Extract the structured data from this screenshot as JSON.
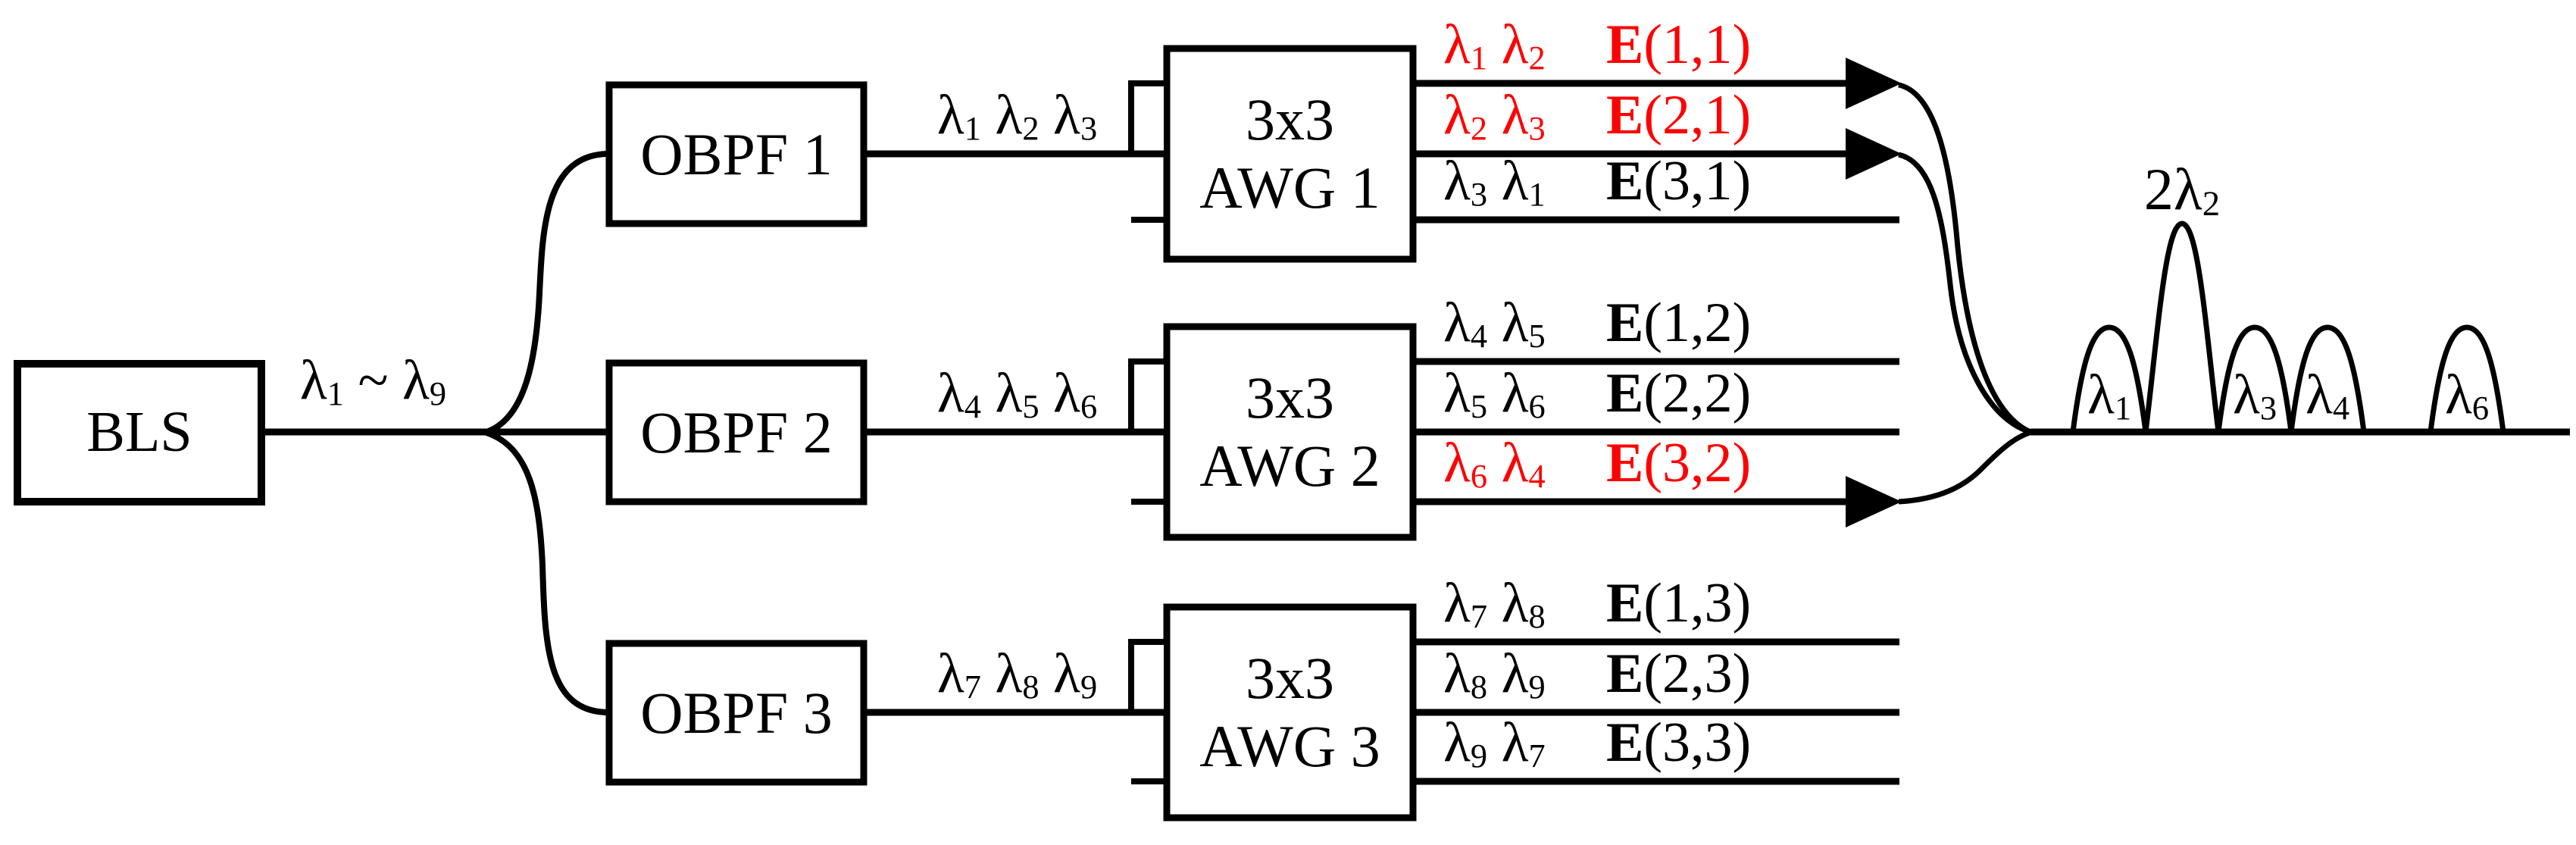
{
  "colors": {
    "black": "#000000",
    "red": "#ff0000",
    "background": "#ffffff",
    "line": "#000000"
  },
  "source": {
    "box_label": "BLS",
    "output_label": {
      "parts": [
        {
          "t": "λ",
          "s": "1"
        },
        {
          "t": " ~ "
        },
        {
          "t": "λ",
          "s": "9"
        }
      ]
    }
  },
  "branches": [
    {
      "filter_label": "OBPF 1",
      "filter_output": {
        "parts": [
          {
            "t": "λ",
            "s": "1"
          },
          {
            "t": " λ",
            "s": "2"
          },
          {
            "t": " λ",
            "s": "3"
          }
        ]
      },
      "awg_line1": "3x3",
      "awg_line2": "AWG 1",
      "outputs": [
        {
          "pair": {
            "parts": [
              {
                "t": "λ",
                "s": "1"
              },
              {
                "t": " λ",
                "s": "2"
              }
            ]
          },
          "e_label": "E",
          "e_args": "(1,1)",
          "color": "red",
          "arrow": true
        },
        {
          "pair": {
            "parts": [
              {
                "t": "λ",
                "s": "2"
              },
              {
                "t": " λ",
                "s": "3"
              }
            ]
          },
          "e_label": "E",
          "e_args": "(2,1)",
          "color": "red",
          "arrow": true
        },
        {
          "pair": {
            "parts": [
              {
                "t": "λ",
                "s": "3"
              },
              {
                "t": " λ",
                "s": "1"
              }
            ]
          },
          "e_label": "E",
          "e_args": "(3,1)",
          "color": "black",
          "arrow": false
        }
      ]
    },
    {
      "filter_label": "OBPF 2",
      "filter_output": {
        "parts": [
          {
            "t": "λ",
            "s": "4"
          },
          {
            "t": " λ",
            "s": "5"
          },
          {
            "t": " λ",
            "s": "6"
          }
        ]
      },
      "awg_line1": "3x3",
      "awg_line2": "AWG 2",
      "outputs": [
        {
          "pair": {
            "parts": [
              {
                "t": "λ",
                "s": "4"
              },
              {
                "t": " λ",
                "s": "5"
              }
            ]
          },
          "e_label": "E",
          "e_args": "(1,2)",
          "color": "black",
          "arrow": false
        },
        {
          "pair": {
            "parts": [
              {
                "t": "λ",
                "s": "5"
              },
              {
                "t": " λ",
                "s": "6"
              }
            ]
          },
          "e_label": "E",
          "e_args": "(2,2)",
          "color": "black",
          "arrow": false
        },
        {
          "pair": {
            "parts": [
              {
                "t": "λ",
                "s": "6"
              },
              {
                "t": " λ",
                "s": "4"
              }
            ]
          },
          "e_label": "E",
          "e_args": "(3,2)",
          "color": "red",
          "arrow": true
        }
      ]
    },
    {
      "filter_label": "OBPF 3",
      "filter_output": {
        "parts": [
          {
            "t": "λ",
            "s": "7"
          },
          {
            "t": " λ",
            "s": "8"
          },
          {
            "t": " λ",
            "s": "9"
          }
        ]
      },
      "awg_line1": "3x3",
      "awg_line2": "AWG 3",
      "outputs": [
        {
          "pair": {
            "parts": [
              {
                "t": "λ",
                "s": "7"
              },
              {
                "t": " λ",
                "s": "8"
              }
            ]
          },
          "e_label": "E",
          "e_args": "(1,3)",
          "color": "black",
          "arrow": false
        },
        {
          "pair": {
            "parts": [
              {
                "t": "λ",
                "s": "8"
              },
              {
                "t": " λ",
                "s": "9"
              }
            ]
          },
          "e_label": "E",
          "e_args": "(2,3)",
          "color": "black",
          "arrow": false
        },
        {
          "pair": {
            "parts": [
              {
                "t": "λ",
                "s": "9"
              },
              {
                "t": " λ",
                "s": "7"
              }
            ]
          },
          "e_label": "E",
          "e_args": "(3,3)",
          "color": "black",
          "arrow": false
        }
      ]
    }
  ],
  "spectrum": {
    "tall_peak_label": {
      "parts": [
        {
          "t": "2λ",
          "s": "2"
        }
      ]
    },
    "peak_labels": [
      {
        "parts": [
          {
            "t": "λ",
            "s": "1"
          }
        ]
      },
      {
        "parts": [
          {
            "t": "λ",
            "s": "3"
          }
        ]
      },
      {
        "parts": [
          {
            "t": "λ",
            "s": "4"
          }
        ]
      },
      {
        "parts": [
          {
            "t": "λ",
            "s": "6"
          }
        ]
      }
    ]
  }
}
